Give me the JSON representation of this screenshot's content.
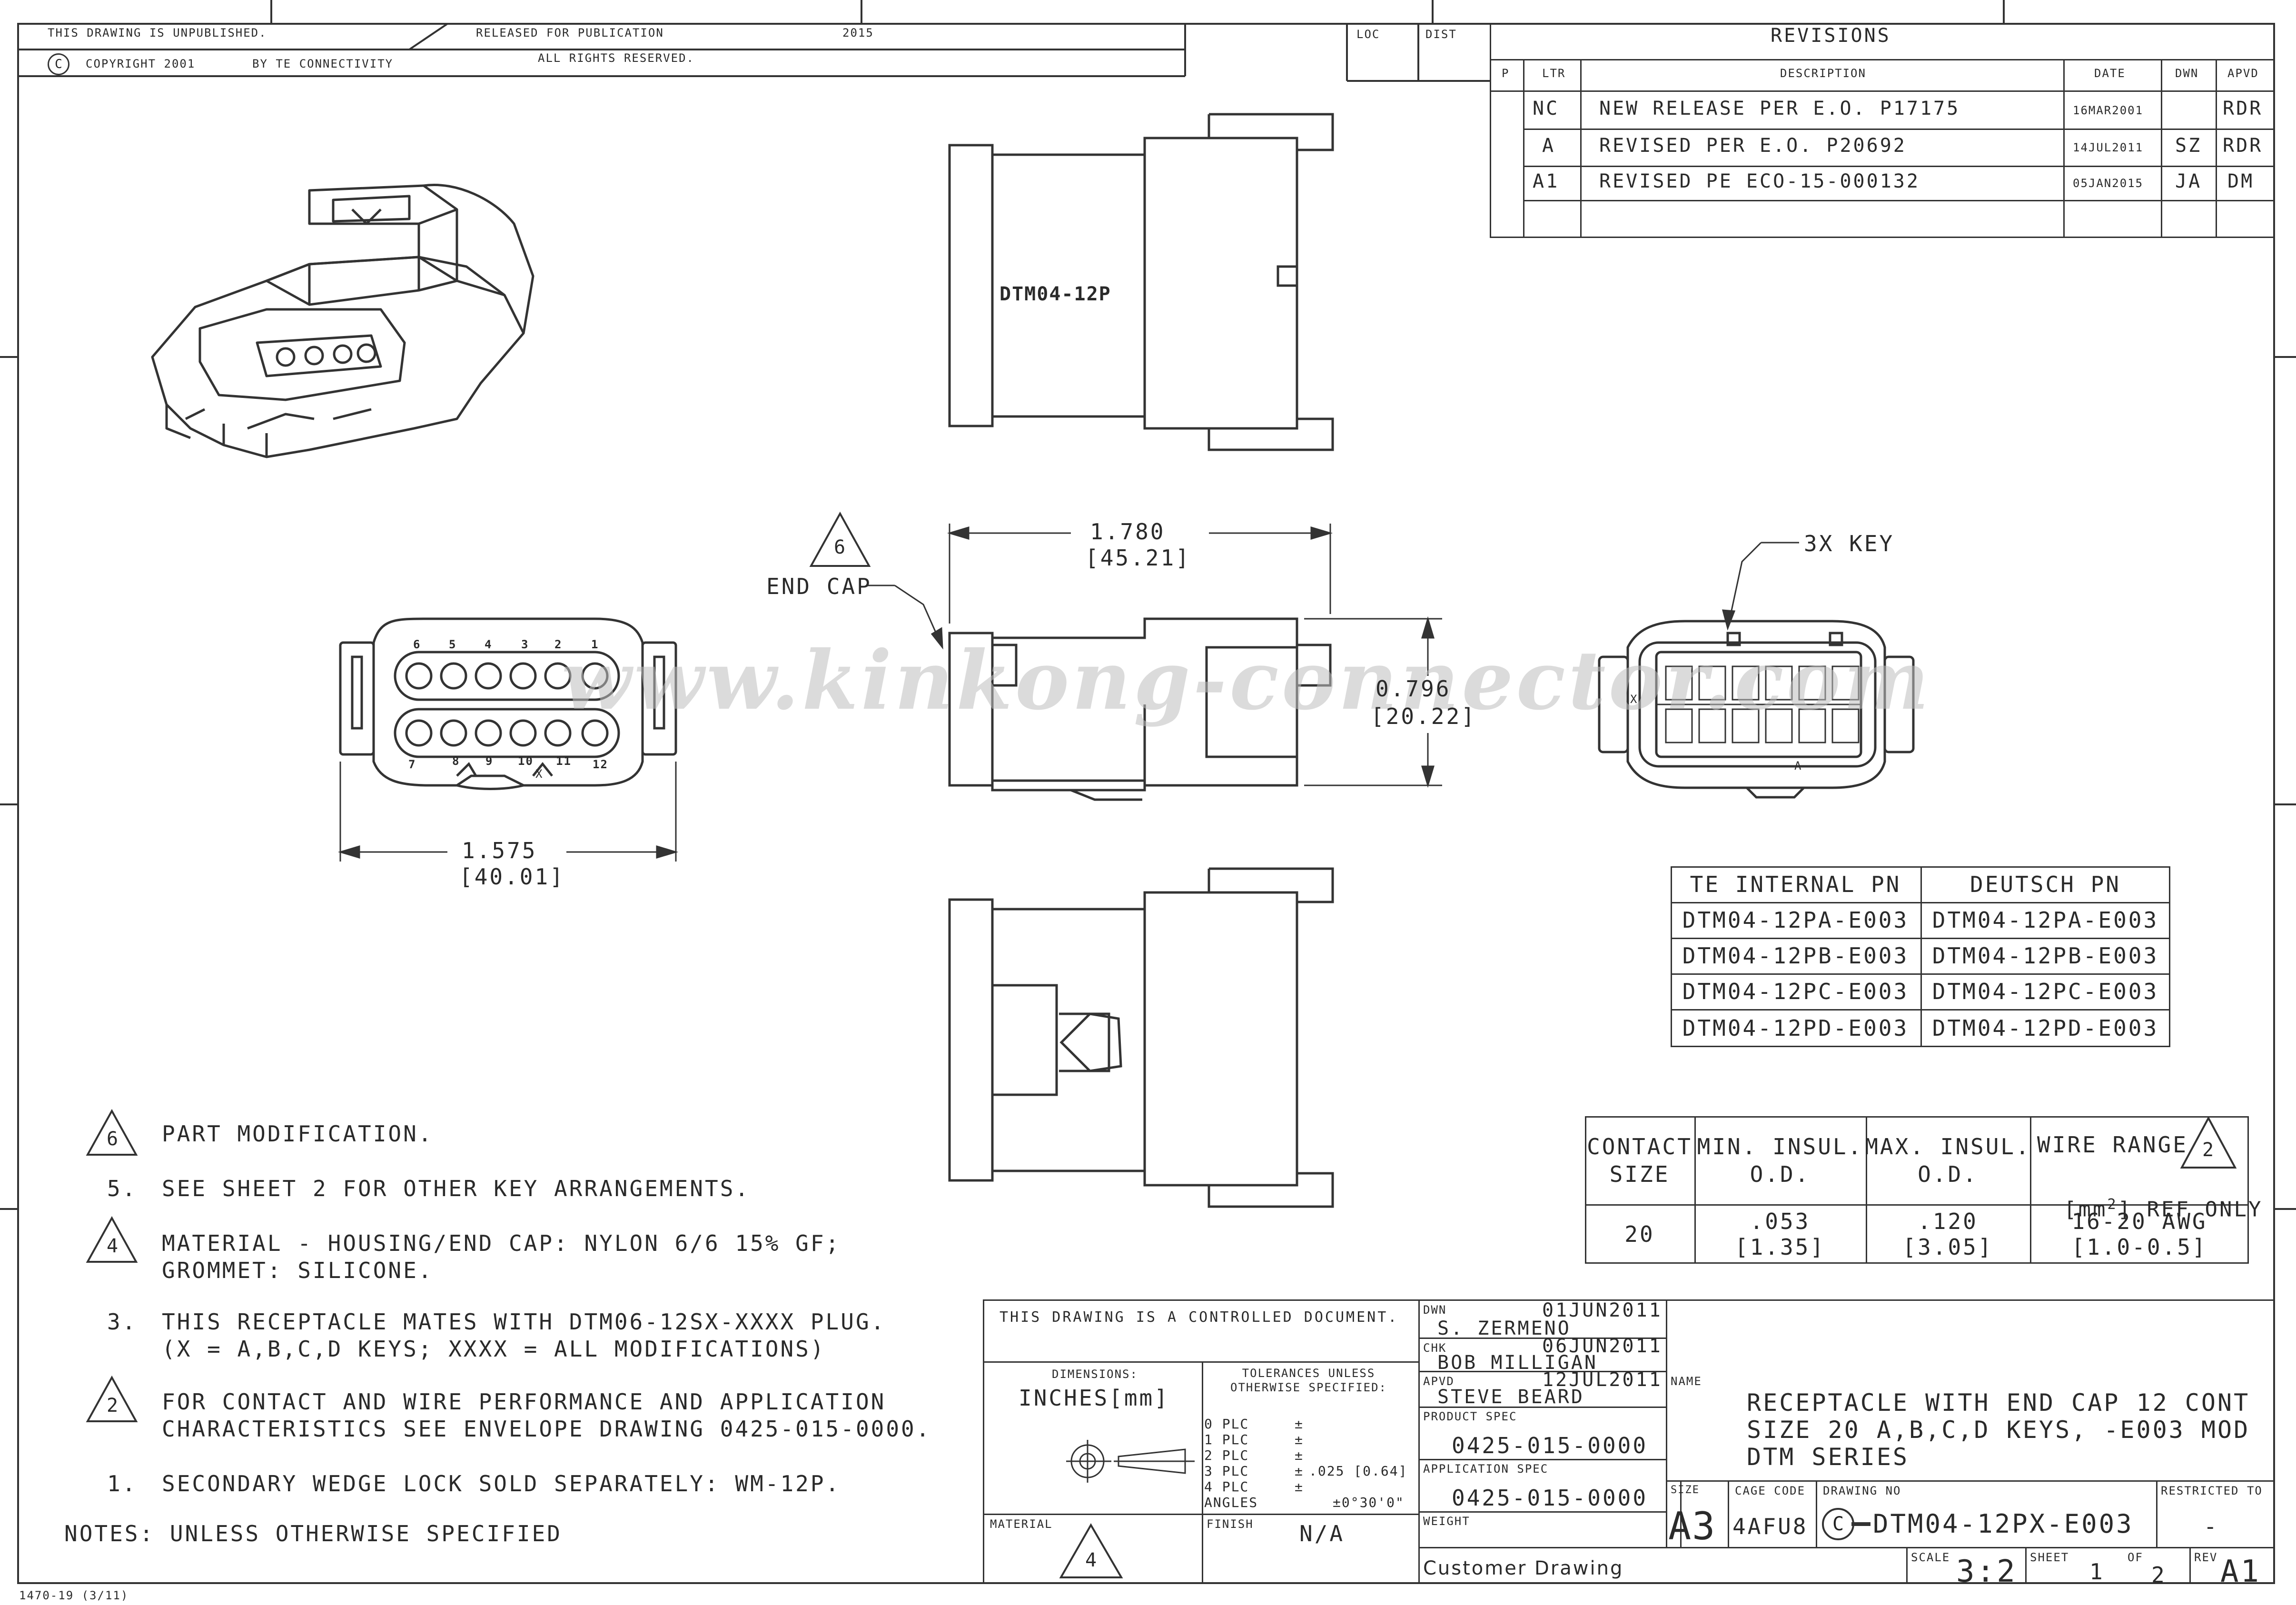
{
  "header": {
    "unpublished": "THIS DRAWING IS UNPUBLISHED.",
    "copyright_symbol": "C",
    "copyright": "COPYRIGHT 2001",
    "by": "BY TE CONNECTIVITY",
    "released": "RELEASED FOR PUBLICATION",
    "year": "2015",
    "rights": "ALL RIGHTS RESERVED.",
    "loc": "LOC",
    "dist": "DIST"
  },
  "revisions": {
    "title": "REVISIONS",
    "headers": [
      "P",
      "LTR",
      "DESCRIPTION",
      "DATE",
      "DWN",
      "APVD"
    ],
    "rows": [
      [
        "",
        "NC",
        "NEW RELEASE PER E.O. P17175",
        "16MAR2001",
        "",
        "RDR"
      ],
      [
        "",
        "A",
        "REVISED PER E.O. P20692",
        "14JUL2011",
        "SZ",
        "RDR"
      ],
      [
        "",
        "A1",
        "REVISED PE ECO-15-000132",
        "05JAN2015",
        "JA",
        "DM"
      ]
    ]
  },
  "drawing_labels": {
    "part_side_label": "DTM04-12P",
    "dim_length": "1.780",
    "dim_length_mm": "[45.21]",
    "dim_width": "1.575",
    "dim_width_mm": "[40.01]",
    "dim_height": "0.796",
    "dim_height_mm": "[20.22]",
    "end_cap": "END CAP",
    "end_cap_note": "6",
    "key_label": "3X KEY",
    "pins_top": [
      "6",
      "5",
      "4",
      "3",
      "2",
      "1"
    ],
    "pins_bottom": [
      "7",
      "8",
      "9",
      "10",
      "11",
      "12"
    ],
    "key_x": "X",
    "key_a": "A"
  },
  "watermark": "www.kinkong-connector.com",
  "pn_table": {
    "headers": [
      "TE INTERNAL PN",
      "DEUTSCH PN"
    ],
    "rows": [
      [
        "DTM04-12PA-E003",
        "DTM04-12PA-E003"
      ],
      [
        "DTM04-12PB-E003",
        "DTM04-12PB-E003"
      ],
      [
        "DTM04-12PC-E003",
        "DTM04-12PC-E003"
      ],
      [
        "DTM04-12PD-E003",
        "DTM04-12PD-E003"
      ]
    ]
  },
  "wire_table": {
    "h1": "CONTACT\nSIZE",
    "h2": "MIN. INSUL.\nO.D.",
    "h3": "MAX. INSUL.\nO.D.",
    "h4a": "WIRE RANGE",
    "h4_note": "2",
    "h4b_pre": "[mm",
    "h4b_sup": "2",
    "h4b_post": "] REF ONLY",
    "r1": "20",
    "r2": ".053\n[1.35]",
    "r3": ".120\n[3.05]",
    "r4": "16-20 AWG\n[1.0-0.5]"
  },
  "notes": {
    "n6": "PART MODIFICATION.",
    "n6_num": "6",
    "n5_num": "5.",
    "n5": "SEE SHEET 2 FOR OTHER KEY ARRANGEMENTS.",
    "n4_num": "4",
    "n4a": "MATERIAL - HOUSING/END CAP: NYLON 6/6 15% GF;",
    "n4b": "GROMMET: SILICONE.",
    "n3_num": "3.",
    "n3a": "THIS RECEPTACLE MATES WITH DTM06-12SX-XXXX PLUG.",
    "n3b": "(X = A,B,C,D KEYS; XXXX = ALL MODIFICATIONS)",
    "n2_num": "2",
    "n2a": "FOR CONTACT AND WIRE PERFORMANCE AND APPLICATION",
    "n2b": "CHARACTERISTICS SEE ENVELOPE DRAWING 0425-015-0000.",
    "n1_num": "1.",
    "n1": "SECONDARY WEDGE LOCK SOLD SEPARATELY: WM-12P.",
    "footer": "NOTES: UNLESS OTHERWISE SPECIFIED"
  },
  "title_block": {
    "controlled": "THIS DRAWING IS A CONTROLLED DOCUMENT.",
    "dimensions": "DIMENSIONS:",
    "units": "INCHES[mm]",
    "tol_title": "TOLERANCES UNLESS\nOTHERWISE SPECIFIED:",
    "tol_rows": [
      [
        "0 PLC",
        "±",
        ""
      ],
      [
        "1 PLC",
        "±",
        ""
      ],
      [
        "2 PLC",
        "±",
        ""
      ],
      [
        "3 PLC",
        "±",
        ".025 [0.64]"
      ],
      [
        "4 PLC",
        "±",
        ""
      ],
      [
        "ANGLES",
        "",
        "±0°30'0\""
      ]
    ],
    "material": "MATERIAL",
    "material_note": "4",
    "finish": "FINISH",
    "finish_value": "N/A",
    "dwn_label": "DWN",
    "dwn_date": "01JUN2011",
    "dwn_name": "S. ZERMENO",
    "chk_label": "CHK",
    "chk_date": "06JUN2011",
    "chk_name": "BOB MILLIGAN",
    "apvd_label": "APVD",
    "apvd_date": "12JUL2011",
    "apvd_name": "STEVE BEARD",
    "product_spec_label": "PRODUCT SPEC",
    "product_spec": "0425-015-0000",
    "application_spec_label": "APPLICATION SPEC",
    "application_spec": "0425-015-0000",
    "weight_label": "WEIGHT",
    "customer": "Customer Drawing",
    "name_label": "NAME",
    "name_l1": "RECEPTACLE WITH END CAP 12 CONT",
    "name_l2": "SIZE 20 A,B,C,D KEYS, -E003 MOD",
    "name_l3": "DTM SERIES",
    "size_label": "SIZE",
    "size": "A3",
    "cage_label": "CAGE CODE",
    "cage": "4AFU8",
    "drawing_no_label": "DRAWING NO",
    "drawing_no_symbol": "C",
    "drawing_no": "DTM04-12PX-E003",
    "restricted_label": "RESTRICTED TO",
    "restricted": "-",
    "scale_label": "SCALE",
    "scale": "3:2",
    "sheet_label": "SHEET",
    "sheet": "1",
    "of_label": "OF",
    "of": "2",
    "rev_label": "REV",
    "rev": "A1",
    "form_no": "1470-19 (3/11)"
  }
}
